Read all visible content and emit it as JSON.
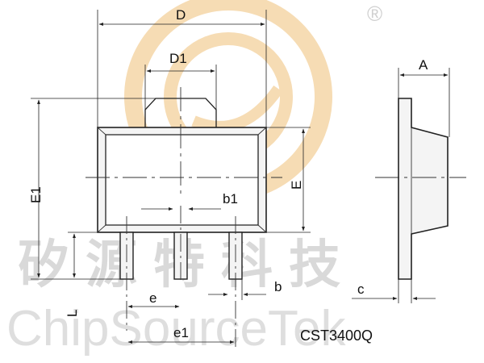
{
  "labels": {
    "D": "D",
    "D1": "D1",
    "E1": "E1",
    "E": "E",
    "b1": "b1",
    "b": "b",
    "e": "e",
    "e1": "e1",
    "L": "L",
    "A": "A",
    "c": "c"
  },
  "part_number": "CST3400Q",
  "watermark": {
    "company_cn": "矽源特科技",
    "company_en": "ChipSourceTek",
    "registered_mark": "®"
  },
  "colors": {
    "line": "#222222",
    "watermark_logo": "#f6dcb4",
    "watermark_text": "#dedede"
  }
}
